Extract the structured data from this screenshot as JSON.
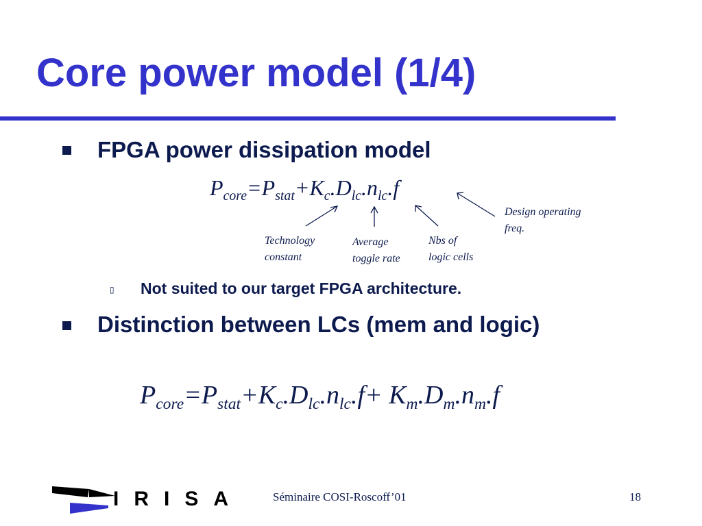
{
  "slide": {
    "title": "Core power model (1/4)",
    "bullet1": "FPGA power dissipation model",
    "formula1": {
      "P": "P",
      "core": "core",
      "eq": "=P",
      "stat": "stat",
      "plusK": "+K",
      "c": "c",
      "dD": ".D",
      "lc1": "lc",
      "dn": ".n",
      "lc2": "lc",
      "df": ".f"
    },
    "annotations": {
      "design_op_1": "Design operating",
      "design_op_2": "freq.",
      "tech_1": "Technology",
      "tech_2": "constant",
      "avg_1": "Average",
      "avg_2": "toggle rate",
      "nbs_1": "Nbs of",
      "nbs_2": "logic cells"
    },
    "subbullet_marker": "▯",
    "subbullet": "Not suited to our target FPGA architecture.",
    "bullet2": "Distinction between LCs (mem and logic)",
    "formula2": {
      "P": "P",
      "core": "core",
      "eq": "=P",
      "stat": "stat",
      "plusK": "+K",
      "c": "c",
      "dD": ".D",
      "lc1": "lc",
      "dn": ".n",
      "lc2": "lc",
      "dfplusK": ".f+ K",
      "m1": "m",
      "dD2": ".D",
      "m2": "m",
      "dn2": ".n",
      "m3": "m",
      "df2": ".f"
    },
    "footer": {
      "logo": "IRISA",
      "seminar": "Séminaire COSI-Roscoff’01",
      "page": "18"
    },
    "colors": {
      "title": "#3333cc",
      "text": "#0c1a4e",
      "logo_blue": "#3333cc",
      "logo_black": "#000000"
    }
  }
}
